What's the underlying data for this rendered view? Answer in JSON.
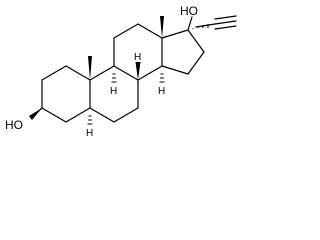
{
  "molecule": {
    "labels": {
      "hydroxyl_3": "HO",
      "hydroxyl_17": "HO",
      "h_5": "H",
      "h_8": "H",
      "h_9": "H",
      "h_14": "H"
    },
    "colors": {
      "bond": "#000000",
      "text": "#000000",
      "background": "#ffffff"
    }
  }
}
